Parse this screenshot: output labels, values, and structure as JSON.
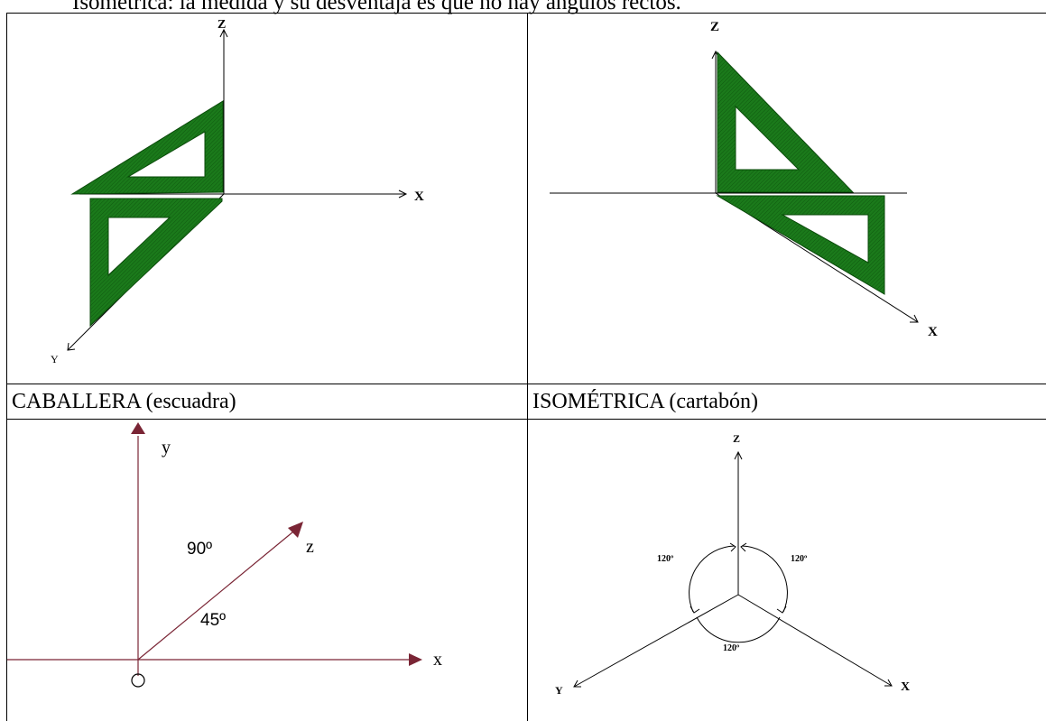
{
  "top_text": "Isométrica: la medida y su desventaja es que no hay ángulos rectos.",
  "cells": {
    "caballera_label": "CABALLERA (escuadra)",
    "isometrica_label": "ISOMÉTRICA (cartabón)"
  },
  "fig_caballera": {
    "z": "Z",
    "x": "X",
    "y": "Y"
  },
  "fig_isometrica": {
    "z": "Z",
    "x": "X"
  },
  "fig_caballera_axes": {
    "y": "y",
    "z": "z",
    "x": "x",
    "angle_90": "90º",
    "angle_45": "45º"
  },
  "fig_isometric_axes": {
    "z": "Z",
    "x": "X",
    "y": "Y",
    "angle_left": "120º",
    "angle_right": "120º",
    "angle_bottom": "120º"
  },
  "colors": {
    "triangle_green": "#1b7a1b",
    "axis_maroon": "#7a2535"
  }
}
